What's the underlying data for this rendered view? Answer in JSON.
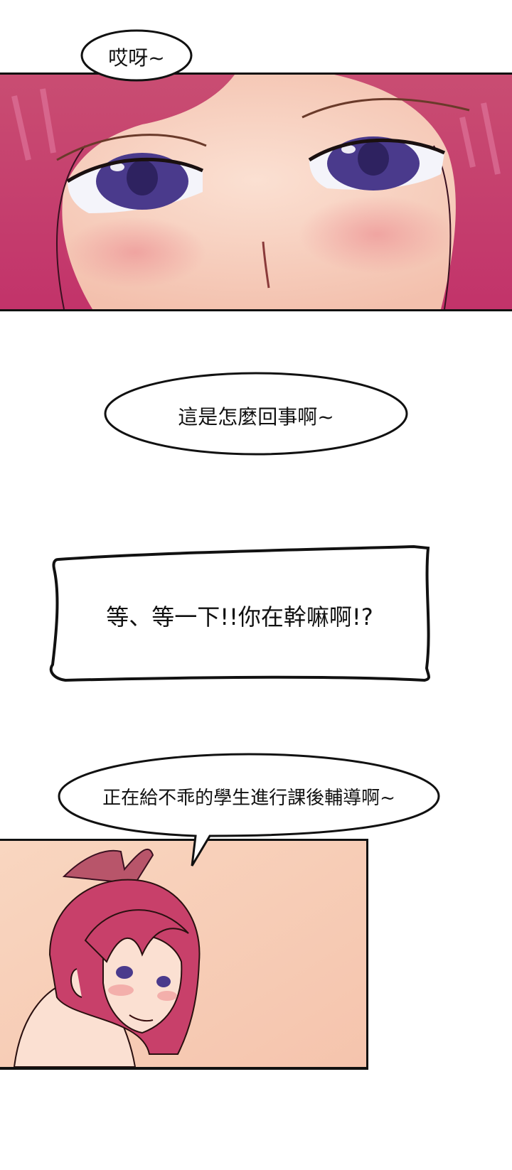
{
  "comic": {
    "panels": [
      {
        "id": "panel-1",
        "description": "Close-up of red-haired girl's blushing face with purple eyes"
      },
      {
        "id": "panel-2",
        "description": "Red-haired girl with ponytail smiling, bare shoulder, peach background"
      }
    ],
    "bubbles": [
      {
        "id": "bubble-1",
        "shape": "oval",
        "text": "哎呀~"
      },
      {
        "id": "bubble-2",
        "shape": "oval",
        "text": "這是怎麼回事啊~"
      },
      {
        "id": "bubble-3",
        "shape": "jagged-box",
        "text": "等、等一下!!你在幹嘛啊!?"
      },
      {
        "id": "bubble-4",
        "shape": "oval-with-tail",
        "text": "正在給不乖的學生進行課後輔導啊~"
      }
    ],
    "colors": {
      "hair": "#c8406a",
      "hair_light": "#e2749a",
      "skin": "#f8d2c2",
      "eyes": "#4a3a8c",
      "blush": "#f0a0a0",
      "panel_bg": "#f8cdb4",
      "outline": "#111111"
    }
  }
}
